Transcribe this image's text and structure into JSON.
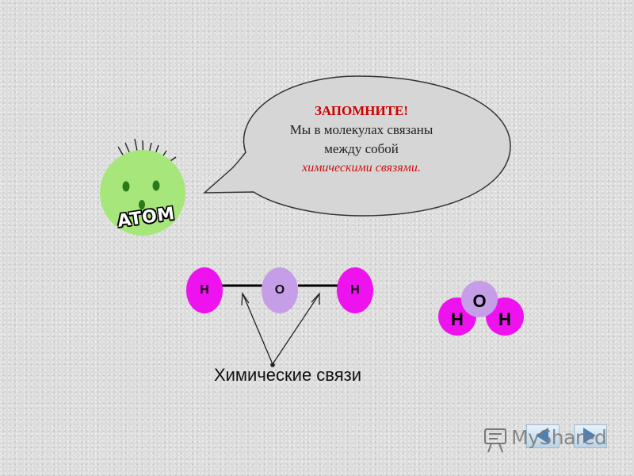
{
  "speech_bubble": {
    "title": "ЗАПОМНИТЕ!",
    "line1": "Мы в молекулах связаны",
    "line2": "между собой",
    "accent": "химическими связями."
  },
  "mascot": {
    "label": "ATOM"
  },
  "linear_molecule": {
    "atoms": [
      "H",
      "O",
      "H"
    ]
  },
  "caption": "Химические связи",
  "compact_molecule": {
    "top_atom": "O",
    "left_atom": "H",
    "right_atom": "H"
  },
  "colors": {
    "hydrogen": "#ee12ee",
    "oxygen": "#c69ee8",
    "mascot_face": "#a6e67a",
    "mascot_features": "#2a7a1a",
    "title_red": "#cc0000"
  },
  "navigation": {
    "prev_icon": "triangle-left-icon",
    "next_icon": "triangle-right-icon"
  },
  "watermark": {
    "brand": "MyShared",
    "icon": "presentation-board-icon"
  }
}
